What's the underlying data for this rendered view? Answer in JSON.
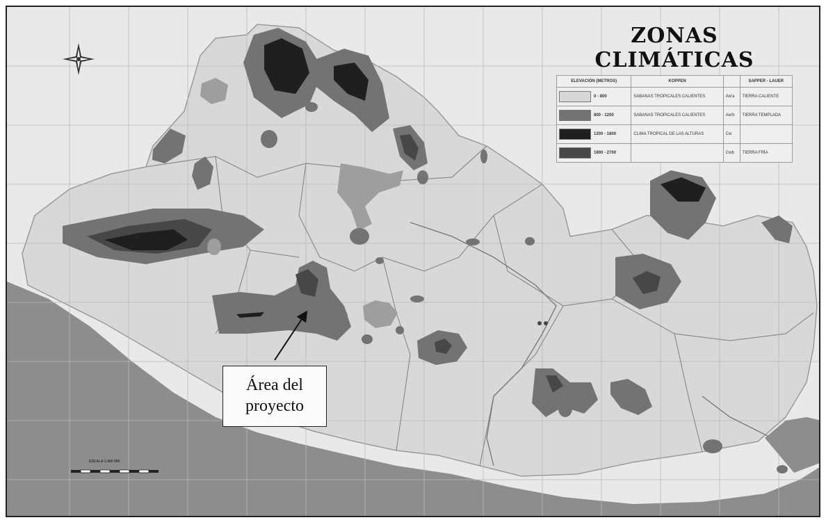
{
  "map": {
    "title": "ZONAS CLIMÁTICAS",
    "colors": {
      "ocean": "#8d8d8d",
      "land": "#d8d8d8",
      "zone_low": "#d8d8d8",
      "zone_mid": "#737373",
      "zone_high": "#1f1f1f",
      "zone_top": "#474747"
    }
  },
  "legend": {
    "headers": [
      "ELEVACIÓN (METROS)",
      "KOPPEN",
      "SAPPER - LAUER"
    ],
    "rows": [
      {
        "elevation": "0 - 800",
        "koppen": "SABANAS TROPICALES CALIENTES",
        "code": "Aw'a",
        "sapper": "TIERRA CALIENTE"
      },
      {
        "elevation": "800 - 1200",
        "koppen": "SABANAS TROPICALES CALIENTES",
        "code": "Aw'b",
        "sapper": "TIERRA TEMPLADA"
      },
      {
        "elevation": "1200 - 1800",
        "koppen": "CLIMA TROPICAL DE LAS ALTURAS",
        "code": "Cw",
        "sapper": ""
      },
      {
        "elevation": "1800 - 2700",
        "koppen": "",
        "code": "Cwb",
        "sapper": "TIERRA FRÍA"
      }
    ]
  },
  "annotation": {
    "line1": "Área del",
    "line2": "proyecto"
  },
  "scale": {
    "label": "ESCALA 1:400 000"
  },
  "icons": {
    "compass": "compass-rose-icon"
  }
}
